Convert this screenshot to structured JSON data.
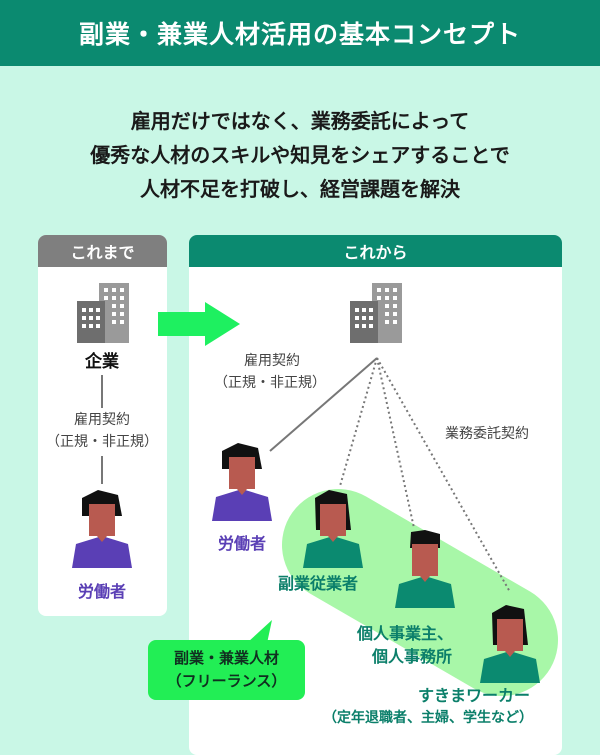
{
  "title": "副業・兼業人材活用の基本コンセプト",
  "subtitle": [
    "雇用だけではなく、業務委託によって",
    "優秀な人材のスキルや知見をシェアすることで",
    "人材不足を打破し、経営課題を解決"
  ],
  "before": {
    "header": "これまで",
    "company": "企業",
    "contract": "雇用契約",
    "contract_type": "（正規・非正規）",
    "worker": "労働者"
  },
  "after": {
    "header": "これから",
    "contract": "雇用契約",
    "contract_type": "（正規・非正規）",
    "outsourcing": "業務委託契約",
    "worker": "労働者",
    "side_job": "副業従業者",
    "sole_prop": [
      "個人事業主、",
      "個人事務所"
    ],
    "gig": "すきまワーカー",
    "gig_note": "（定年退職者、主婦、学生など）"
  },
  "callout": [
    "副業・兼業人材",
    "（フリーランス）"
  ],
  "colors": {
    "teal": "#0b8a70",
    "mint": "#c9f7e6",
    "arrow": "#1ef060",
    "pill": "#a8f7a8",
    "worker": "#5a3fb5"
  }
}
